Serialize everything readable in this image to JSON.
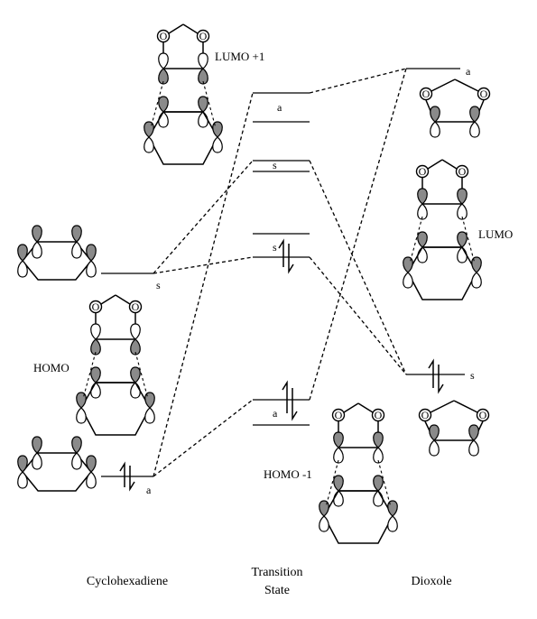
{
  "columns": {
    "left": "Cyclohexadiene",
    "middle": [
      "Transition",
      "State"
    ],
    "right": "Dioxole"
  },
  "orbital_labels": {
    "lumo_plus_1": "LUMO +1",
    "lumo": "LUMO",
    "homo": "HOMO",
    "homo_minus_1": "HOMO -1"
  },
  "symmetry_labels": {
    "diene_upper": "s",
    "diene_lower": "a",
    "ts_1": "a",
    "ts_2": "s",
    "ts_3": "s",
    "ts_4": "a",
    "dioxole_upper": "a",
    "dioxole_lower": "s"
  },
  "atoms": {
    "oxygen": "O"
  },
  "levels": [
    {
      "id": "diene-s",
      "symmetry": "s",
      "occupied": false
    },
    {
      "id": "diene-a",
      "symmetry": "a",
      "occupied": true
    },
    {
      "id": "ts-a-upper",
      "symmetry": "a",
      "occupied": false
    },
    {
      "id": "ts-s-upper",
      "symmetry": "s",
      "occupied": false
    },
    {
      "id": "ts-s-lower",
      "symmetry": "s",
      "occupied": true
    },
    {
      "id": "ts-a-lower",
      "symmetry": "a",
      "occupied": true
    },
    {
      "id": "dioxole-a",
      "symmetry": "a",
      "occupied": false
    },
    {
      "id": "dioxole-s",
      "symmetry": "s",
      "occupied": true
    }
  ]
}
